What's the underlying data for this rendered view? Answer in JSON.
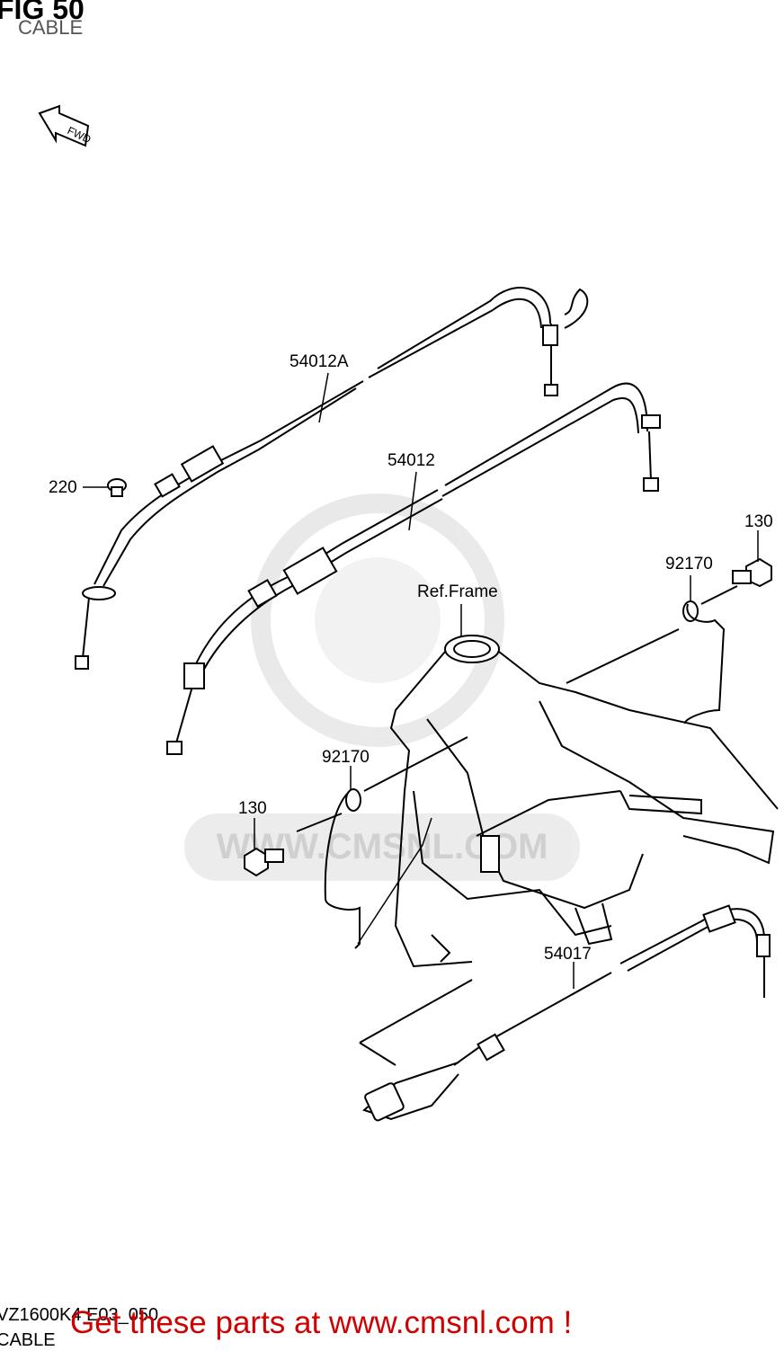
{
  "header": {
    "fig_title": "FIG 50",
    "subtitle": "CABLE"
  },
  "fwd_label": "FWD",
  "parts": {
    "cable_a": "54012A",
    "cable_b": "54012",
    "screw_220": "220",
    "bolt_130_right": "130",
    "clamp_right": "92170",
    "ref_frame": "Ref.Frame",
    "clamp_left": "92170",
    "bolt_130_left": "130",
    "choke_cable": "54017"
  },
  "watermark": "WWW.CMSNL.COM",
  "footer": {
    "diagram_code": "VZ1600K4 E03_050",
    "diagram_name": "CABLE",
    "promo": "Get these parts at www.cmsnl.com !"
  }
}
